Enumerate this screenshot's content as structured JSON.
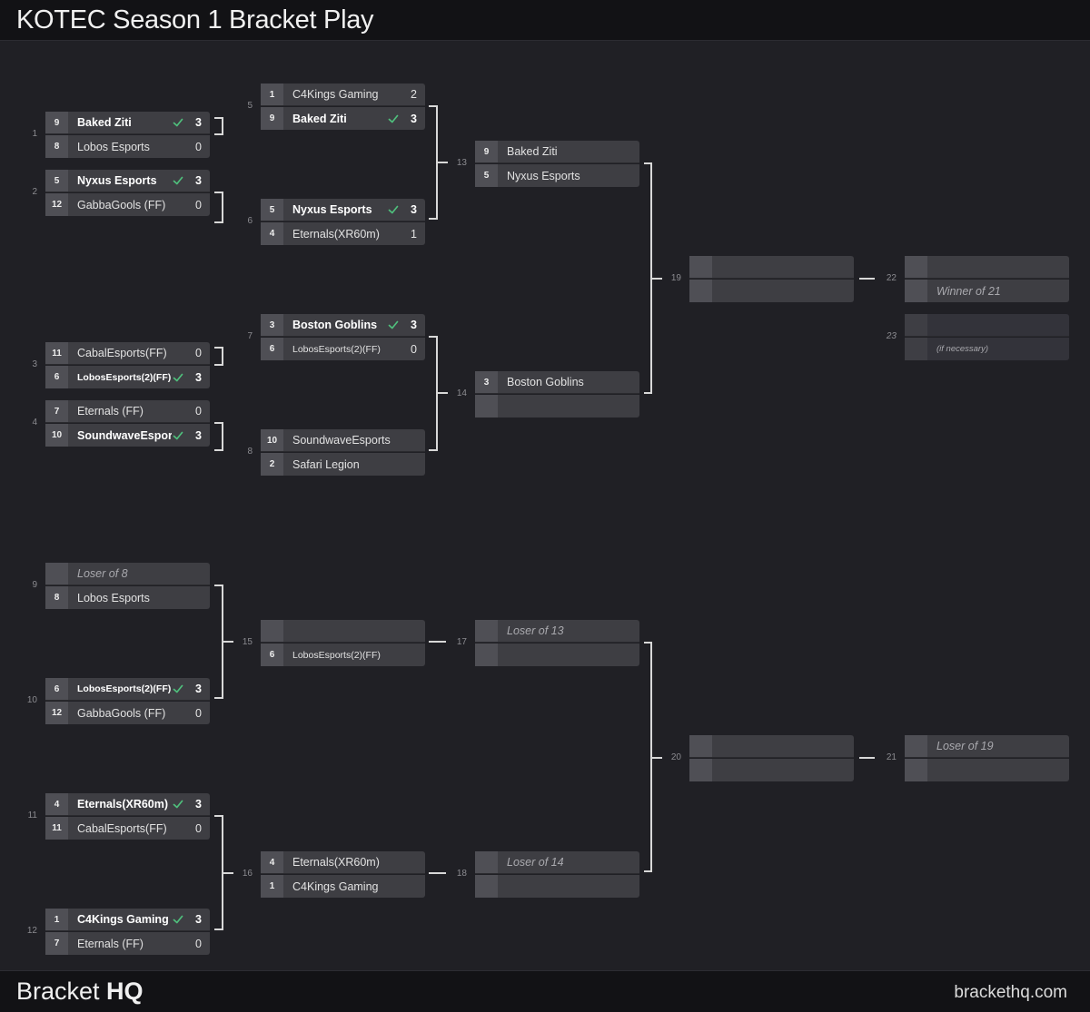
{
  "title": "KOTEC Season 1 Bracket Play",
  "footer": {
    "brand_light": "Bracket ",
    "brand_bold": "HQ",
    "site": "brackethq.com"
  },
  "icons": {
    "check": "check-icon",
    "check_color": "#4fbf7c"
  },
  "matches": [
    {
      "num": "1",
      "teams": [
        {
          "seed": "9",
          "name": "Baked Ziti",
          "score": "3",
          "winner": true
        },
        {
          "seed": "8",
          "name": "Lobos Esports",
          "score": "0"
        }
      ]
    },
    {
      "num": "2",
      "teams": [
        {
          "seed": "5",
          "name": "Nyxus Esports",
          "score": "3",
          "winner": true
        },
        {
          "seed": "12",
          "name": "GabbaGools (FF)",
          "score": "0"
        }
      ]
    },
    {
      "num": "3",
      "teams": [
        {
          "seed": "11",
          "name": "CabalEsports(FF)",
          "score": "0"
        },
        {
          "seed": "6",
          "name": "LobosEsports(2)(FF)",
          "score": "3",
          "winner": true,
          "small": true
        }
      ]
    },
    {
      "num": "4",
      "teams": [
        {
          "seed": "7",
          "name": "Eternals (FF)",
          "score": "0"
        },
        {
          "seed": "10",
          "name": "SoundwaveEsports",
          "score": "3",
          "winner": true
        }
      ]
    },
    {
      "num": "5",
      "teams": [
        {
          "seed": "1",
          "name": "C4Kings Gaming",
          "score": "2"
        },
        {
          "seed": "9",
          "name": "Baked Ziti",
          "score": "3",
          "winner": true
        }
      ]
    },
    {
      "num": "6",
      "teams": [
        {
          "seed": "5",
          "name": "Nyxus Esports",
          "score": "3",
          "winner": true
        },
        {
          "seed": "4",
          "name": "Eternals(XR60m)",
          "score": "1"
        }
      ]
    },
    {
      "num": "7",
      "teams": [
        {
          "seed": "3",
          "name": "Boston Goblins",
          "score": "3",
          "winner": true
        },
        {
          "seed": "6",
          "name": "LobosEsports(2)(FF)",
          "score": "0",
          "small": true
        }
      ]
    },
    {
      "num": "8",
      "teams": [
        {
          "seed": "10",
          "name": "SoundwaveEsports",
          "score": ""
        },
        {
          "seed": "2",
          "name": "Safari Legion",
          "score": ""
        }
      ]
    },
    {
      "num": "9",
      "teams": [
        {
          "seed": "",
          "name": "Loser of 8",
          "placeholder": true
        },
        {
          "seed": "8",
          "name": "Lobos Esports"
        }
      ]
    },
    {
      "num": "10",
      "teams": [
        {
          "seed": "6",
          "name": "LobosEsports(2)(FF)",
          "score": "3",
          "winner": true,
          "small": true
        },
        {
          "seed": "12",
          "name": "GabbaGools (FF)",
          "score": "0"
        }
      ]
    },
    {
      "num": "11",
      "teams": [
        {
          "seed": "4",
          "name": "Eternals(XR60m)",
          "score": "3",
          "winner": true
        },
        {
          "seed": "11",
          "name": "CabalEsports(FF)",
          "score": "0"
        }
      ]
    },
    {
      "num": "12",
      "teams": [
        {
          "seed": "1",
          "name": "C4Kings Gaming",
          "score": "3",
          "winner": true
        },
        {
          "seed": "7",
          "name": "Eternals (FF)",
          "score": "0"
        }
      ]
    },
    {
      "num": "13",
      "teams": [
        {
          "seed": "9",
          "name": "Baked Ziti"
        },
        {
          "seed": "5",
          "name": "Nyxus Esports"
        }
      ]
    },
    {
      "num": "14",
      "teams": [
        {
          "seed": "3",
          "name": "Boston Goblins"
        },
        {
          "seed": "",
          "name": ""
        }
      ]
    },
    {
      "num": "15",
      "teams": [
        {
          "seed": "",
          "name": ""
        },
        {
          "seed": "6",
          "name": "LobosEsports(2)(FF)",
          "small": true
        }
      ]
    },
    {
      "num": "16",
      "teams": [
        {
          "seed": "4",
          "name": "Eternals(XR60m)"
        },
        {
          "seed": "1",
          "name": "C4Kings Gaming"
        }
      ]
    },
    {
      "num": "17",
      "teams": [
        {
          "seed": "",
          "name": "Loser of 13",
          "placeholder": true
        },
        {
          "seed": "",
          "name": ""
        }
      ]
    },
    {
      "num": "18",
      "teams": [
        {
          "seed": "",
          "name": "Loser of 14",
          "placeholder": true
        },
        {
          "seed": "",
          "name": ""
        }
      ]
    },
    {
      "num": "19",
      "teams": [
        {
          "seed": "",
          "name": ""
        },
        {
          "seed": "",
          "name": ""
        }
      ]
    },
    {
      "num": "20",
      "teams": [
        {
          "seed": "",
          "name": ""
        },
        {
          "seed": "",
          "name": ""
        }
      ]
    },
    {
      "num": "21",
      "teams": [
        {
          "seed": "",
          "name": "Loser of 19",
          "placeholder": true
        },
        {
          "seed": "",
          "name": ""
        }
      ]
    },
    {
      "num": "22",
      "teams": [
        {
          "seed": "",
          "name": ""
        },
        {
          "seed": "",
          "name": "Winner of 21",
          "placeholder": true
        }
      ]
    },
    {
      "num": "23",
      "faded": true,
      "teams": [
        {
          "seed": "",
          "name": ""
        },
        {
          "seed": "",
          "name": "(if necessary)",
          "placeholder": true,
          "small": true
        }
      ]
    }
  ]
}
